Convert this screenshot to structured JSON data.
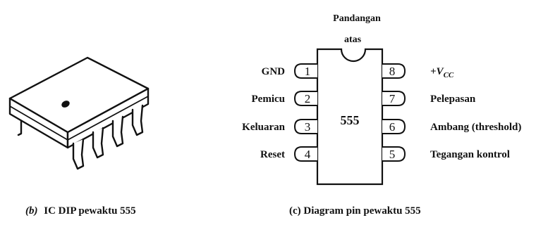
{
  "left_figure": {
    "caption_label": "(b)",
    "caption_text": "IC DIP pewaktu 555"
  },
  "pin_diagram": {
    "top_label_line1": "Pandangan",
    "top_label_line2": "atas",
    "chip_label": "555",
    "caption": "(c) Diagram pin pewaktu 555",
    "vcc_prefix": "+V",
    "vcc_subscript": "CC",
    "left_pins": [
      {
        "number": "1",
        "name": "GND"
      },
      {
        "number": "2",
        "name": "Pemicu"
      },
      {
        "number": "3",
        "name": "Keluaran"
      },
      {
        "number": "4",
        "name": "Reset"
      }
    ],
    "right_pins": [
      {
        "number": "8",
        "name": ""
      },
      {
        "number": "7",
        "name": "Pelepasan"
      },
      {
        "number": "6",
        "name": "Ambang (threshold)"
      },
      {
        "number": "5",
        "name": "Tegangan kontrol"
      }
    ]
  }
}
